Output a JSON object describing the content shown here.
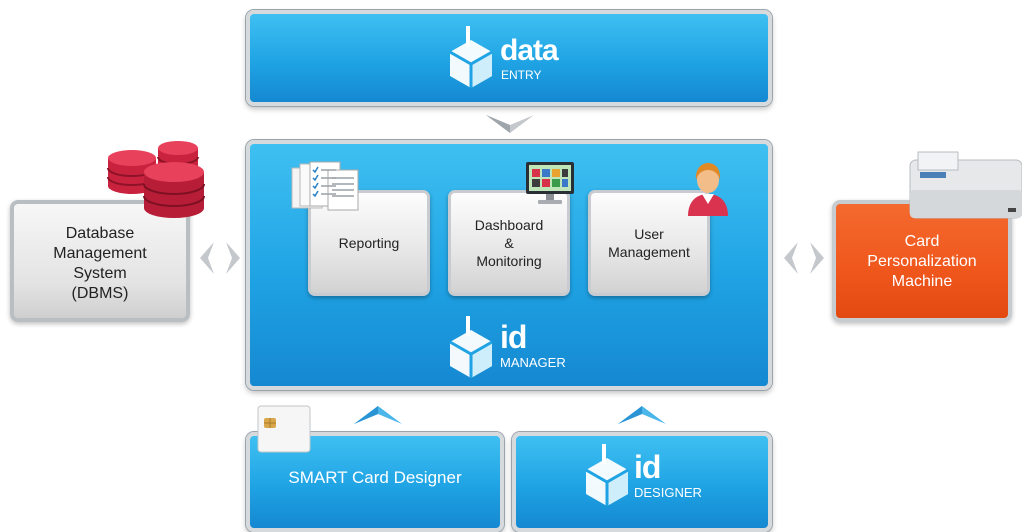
{
  "data_entry": {
    "word": "data",
    "sub": "ENTRY"
  },
  "id_manager": {
    "word": "id",
    "sub": "MANAGER",
    "modules": [
      {
        "label": "Reporting"
      },
      {
        "label_lines": [
          "Dashboard",
          "&",
          "Monitoring"
        ]
      },
      {
        "label_lines": [
          "User",
          "Management"
        ]
      }
    ]
  },
  "dbms": {
    "label_lines": [
      "Database",
      "Management",
      "System",
      "(DBMS)"
    ]
  },
  "card_machine": {
    "label_lines": [
      "Card",
      "Personalization",
      "Machine"
    ]
  },
  "smart_card": {
    "label": "SMART Card Designer"
  },
  "id_designer": {
    "word": "id",
    "sub": "DESIGNER"
  },
  "colors": {
    "blue": "#1fa3e4",
    "orange": "#f0561f",
    "grey": "#e3e3e3"
  }
}
